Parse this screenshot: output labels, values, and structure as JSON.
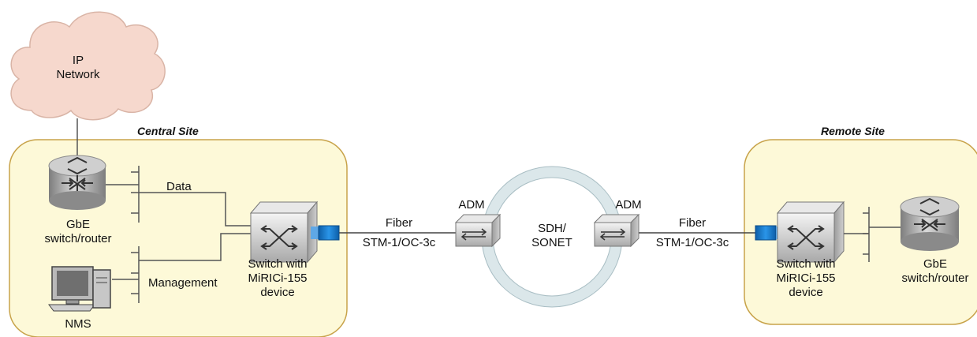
{
  "cloud": {
    "line1": "IP",
    "line2": "Network"
  },
  "central_site": {
    "title": "Central Site",
    "router_label_line1": "GbE",
    "router_label_line2": "switch/router",
    "nms_label": "NMS",
    "data_label": "Data",
    "management_label": "Management",
    "switch_label_line1": "Switch with",
    "switch_label_line2": "MiRICi-155",
    "switch_label_line3": "device"
  },
  "link_left": {
    "medium": "Fiber",
    "rate": "STM-1/OC-3c"
  },
  "ring": {
    "adm_left": "ADM",
    "adm_right": "ADM",
    "line1": "SDH/",
    "line2": "SONET"
  },
  "link_right": {
    "medium": "Fiber",
    "rate": "STM-1/OC-3c"
  },
  "remote_site": {
    "title": "Remote Site",
    "switch_label_line1": "Switch with",
    "switch_label_line2": "MiRICi-155",
    "switch_label_line3": "device",
    "router_label_line1": "GbE",
    "router_label_line2": "switch/router"
  },
  "colors": {
    "site_fill": "#fdf9d8",
    "site_border": "#c8a34a",
    "cloud_fill": "#f6d8cd",
    "ring_fill": "#dbe7ea",
    "sfp_blue": "#1e7fd0"
  }
}
